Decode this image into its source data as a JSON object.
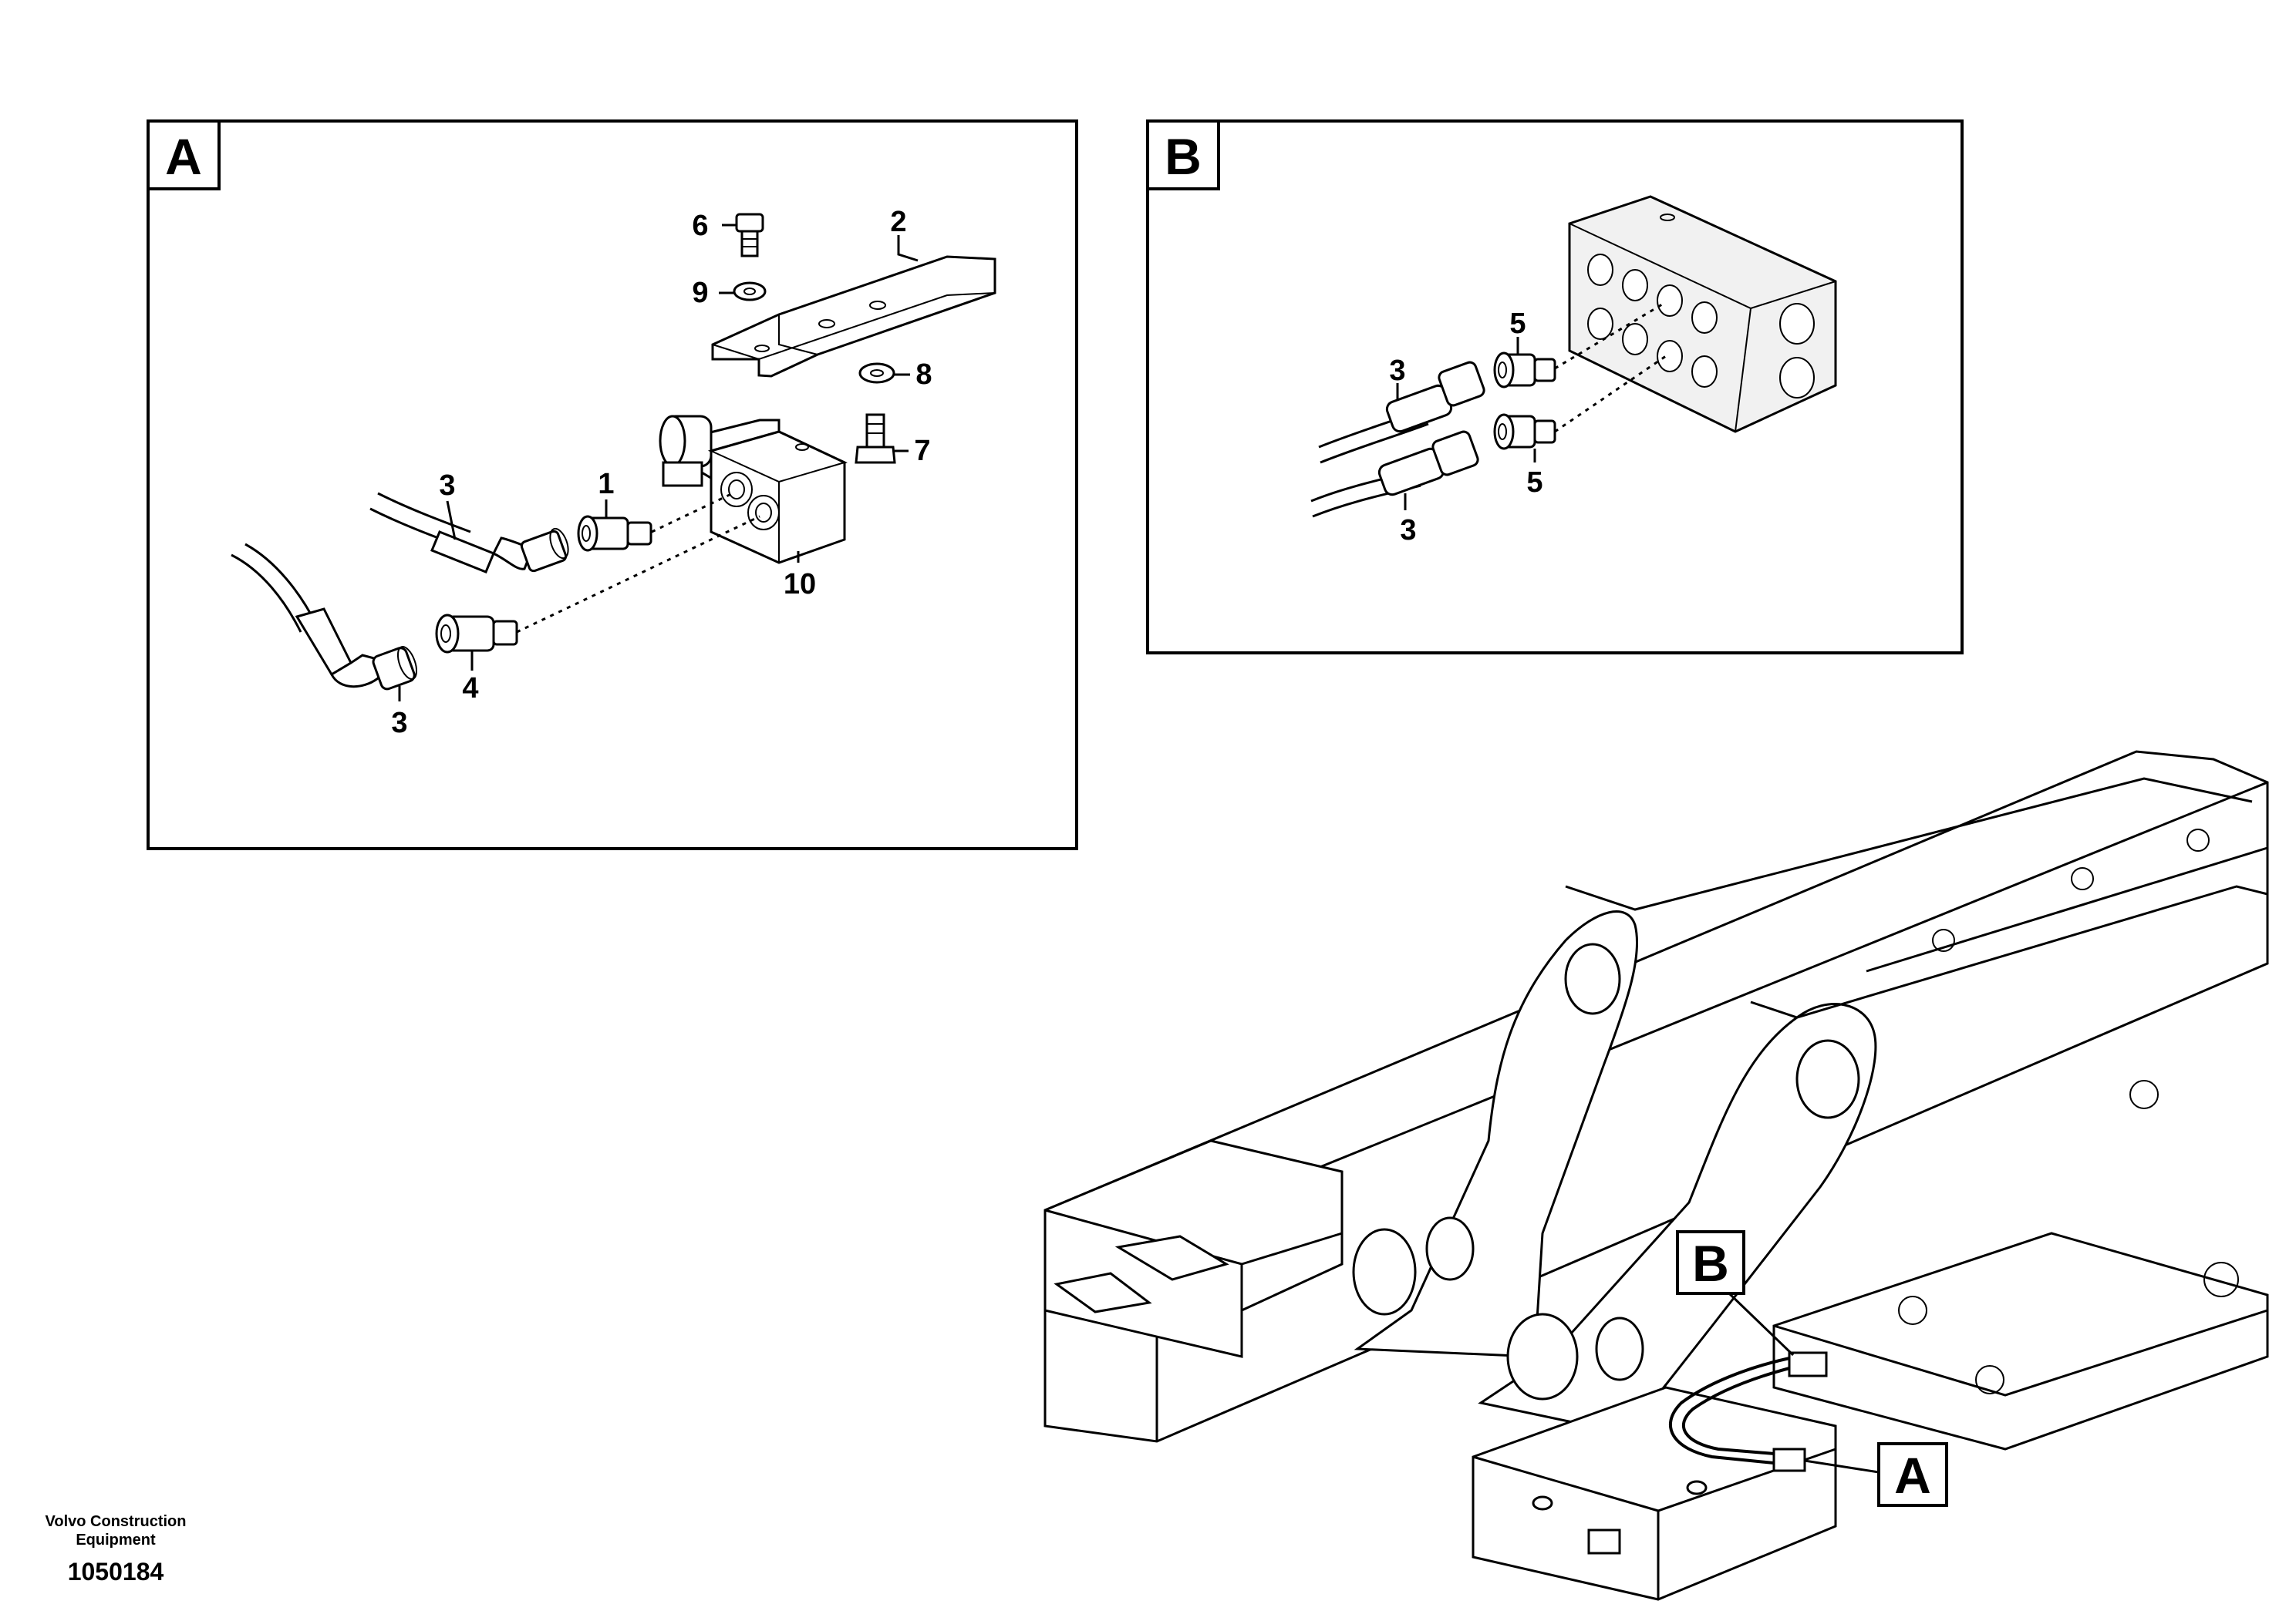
{
  "detail_a": {
    "letter": "A",
    "callouts": {
      "c1": "1",
      "c2": "2",
      "c3a": "3",
      "c3b": "3",
      "c4": "4",
      "c6": "6",
      "c7": "7",
      "c8": "8",
      "c9": "9",
      "c10": "10"
    }
  },
  "detail_b": {
    "letter": "B",
    "callouts": {
      "c3a": "3",
      "c3b": "3",
      "c5a": "5",
      "c5b": "5"
    }
  },
  "overview": {
    "marker_a": "A",
    "marker_b": "B"
  },
  "footer": {
    "company_line1": "Volvo Construction",
    "company_line2": "Equipment",
    "drawing_number": "1050184"
  }
}
